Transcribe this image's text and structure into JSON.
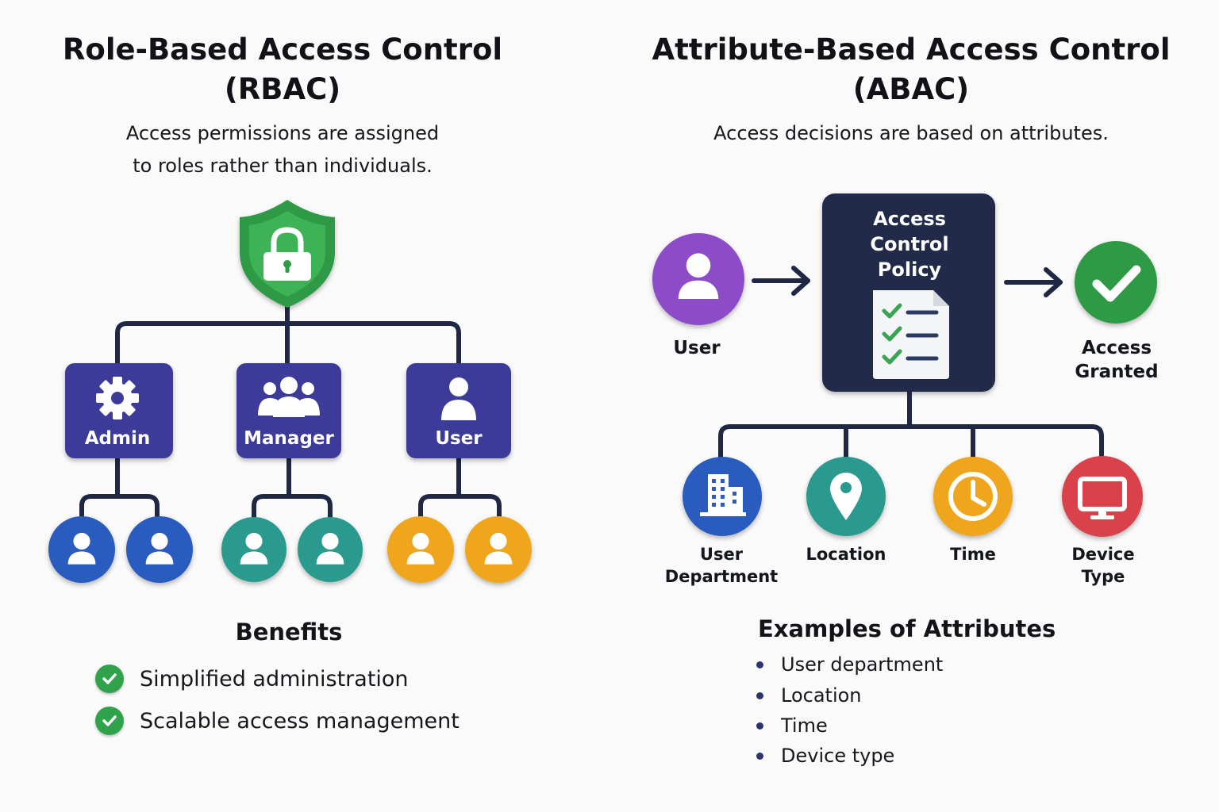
{
  "rbac": {
    "title_line1": "Role-Based Access Control",
    "title_line2": "(RBAC)",
    "subtitle_line1": "Access permissions are assigned",
    "subtitle_line2": "to roles rather than individuals.",
    "roles": [
      {
        "label": "Admin",
        "icon": "gear-icon"
      },
      {
        "label": "Manager",
        "icon": "group-icon"
      },
      {
        "label": "User",
        "icon": "person-icon"
      }
    ],
    "benefits_heading": "Benefits",
    "benefits": [
      "Simplified administration",
      "Scalable access management"
    ]
  },
  "abac": {
    "title_line1": "Attribute-Based Access Control",
    "title_line2": "(ABAC)",
    "subtitle": "Access decisions are based on attributes.",
    "user_label": "User",
    "policy_line1": "Access",
    "policy_line2": "Control",
    "policy_line3": "Policy",
    "granted_line1": "Access",
    "granted_line2": "Granted",
    "attributes": [
      {
        "line1": "User",
        "line2": "Department",
        "icon": "building-icon"
      },
      {
        "line1": "Location",
        "line2": "",
        "icon": "location-pin-icon"
      },
      {
        "line1": "Time",
        "line2": "",
        "icon": "clock-icon"
      },
      {
        "line1": "Device",
        "line2": "Type",
        "icon": "monitor-icon"
      }
    ],
    "examples_heading": "Examples of Attributes",
    "examples": [
      "User department",
      "Location",
      "Time",
      "Device type"
    ]
  },
  "colors": {
    "navy": "#1e2744",
    "role_purple": "#3d3a9a",
    "shield_green": "#2f9a45",
    "blue": "#2a5cc0",
    "teal": "#2a9a8e",
    "orange": "#efa51e",
    "violet": "#8d4cc8",
    "red": "#d9434c"
  }
}
